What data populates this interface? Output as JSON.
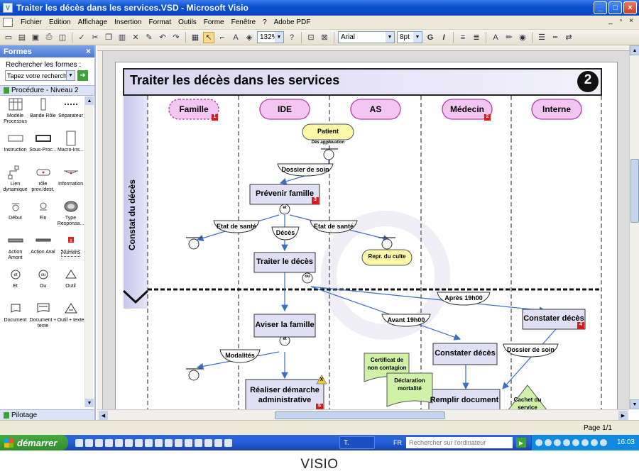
{
  "window": {
    "title": "Traiter les décès dans les services.VSD - Microsoft Visio"
  },
  "menu": [
    "Fichier",
    "Edition",
    "Affichage",
    "Insertion",
    "Format",
    "Outils",
    "Forme",
    "Fenêtre",
    "?",
    "Adobe PDF"
  ],
  "toolbar": {
    "zoom": "132%",
    "font": "Arial",
    "font_size": "8pt",
    "bold": "G",
    "italic": "I"
  },
  "shapes_pane": {
    "title": "Formes",
    "search_label": "Rechercher les formes :",
    "search_value": "Tapez votre recherche ic",
    "stencil": "Procédure - Niveau 2",
    "items": [
      "Modèle Processus",
      "Bande Rôle",
      "Séparateur",
      "Instruction",
      "Sous-Proc...",
      "Macro-Ins...",
      "Lien dynamique",
      "rôle prov./dest.",
      "Information",
      "Début",
      "Fin",
      "Type Responsa...",
      "Action Amont",
      "Action Aval",
      "Numéro",
      "Et",
      "Ou",
      "Outil",
      "Document",
      "Document + texte",
      "Outil + texte"
    ],
    "footer": "Pilotage"
  },
  "diagram": {
    "title": "Traiter les décès dans les services",
    "page_badge": "2",
    "section": "Constat du décès",
    "roles": [
      {
        "label": "Famille",
        "badge": "1"
      },
      {
        "label": "IDE",
        "badge": ""
      },
      {
        "label": "AS",
        "badge": ""
      },
      {
        "label": "Médecin",
        "badge": "2"
      },
      {
        "label": "Interne",
        "badge": ""
      }
    ],
    "patient": {
      "label": "Patient",
      "sub": "Dès aggravation"
    },
    "steps": [
      {
        "label": "Prévenir famille",
        "badge": "3"
      },
      {
        "label": "Traiter le décès",
        "badge": ""
      },
      {
        "label": "Aviser la famille",
        "badge": ""
      },
      {
        "label": "Réaliser démarche administrative",
        "badge": "5"
      },
      {
        "label": "Constater décès",
        "badge": ""
      },
      {
        "label": "Constater décès",
        "badge": "4"
      },
      {
        "label": "Remplir document",
        "badge": ""
      }
    ],
    "flows": [
      "Dossier de soin",
      "Etat de santé",
      "Décès",
      "Etat de santé",
      "Après 19h00",
      "Avant 19h00",
      "Modalités",
      "Dossier de soin"
    ],
    "connectors": [
      "et",
      "ou",
      "et"
    ],
    "roles_yellow": [
      "Repr. du culte"
    ],
    "documents": [
      "Certificat de non contagion",
      "Déclaration mortalité",
      "Cachet du service"
    ],
    "tool_mark": "X"
  },
  "status": {
    "page": "Page 1/1"
  },
  "taskbar": {
    "start": "démarrer",
    "task": "T.",
    "lang": "FR",
    "search": "Rechercher sur l'ordinateur",
    "time": "16:03"
  },
  "caption": "VISIO"
}
